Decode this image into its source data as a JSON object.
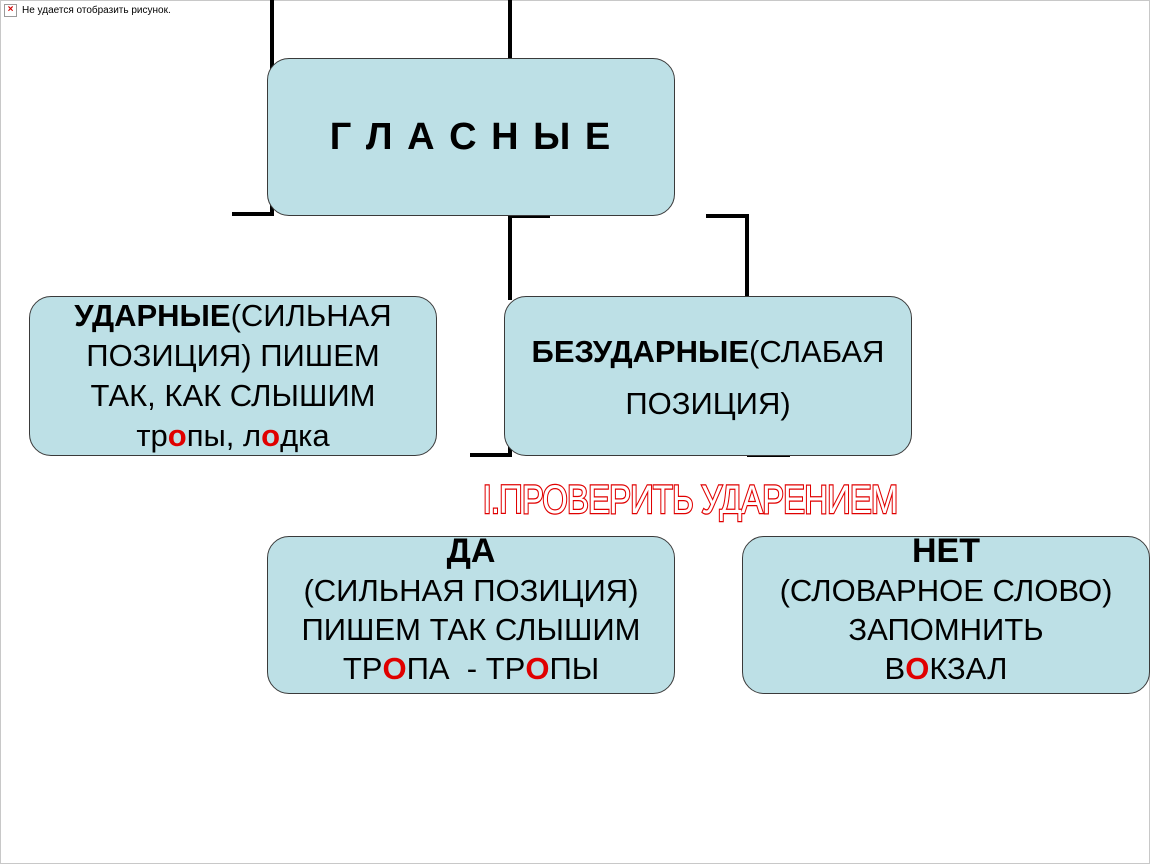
{
  "placeholder": {
    "icon": "broken-image-icon",
    "text": "Не удается отобразить рисунок."
  },
  "root": {
    "title": "Г Л А С Н Ы Е"
  },
  "stressed": {
    "heading": "УДАРНЫЕ",
    "paren": "(СИЛЬНАЯ",
    "line2": "ПОЗИЦИЯ) ПИШЕМ",
    "line3": "ТАК, КАК СЛЫШИМ",
    "ex_a": "тр",
    "ex_vowel1": "о",
    "ex_b": "пы, л",
    "ex_vowel2": "о",
    "ex_c": "дка"
  },
  "unstressed": {
    "heading": "БЕЗУДАРНЫЕ",
    "paren": "(СЛАБАЯ",
    "line2": "ПОЗИЦИЯ)"
  },
  "check": {
    "text": "I.ПРОВЕРИТЬ УДАРЕНИЕМ"
  },
  "yes": {
    "heading": "ДА",
    "line1": "(СИЛЬНАЯ ПОЗИЦИЯ)",
    "line2": "ПИШЕМ ТАК СЛЫШИМ",
    "ex_a": "ТР",
    "ex_vowel1": "О",
    "ex_b": "ПА  - ТР",
    "ex_vowel2": "О",
    "ex_c": "ПЫ"
  },
  "no": {
    "heading": "НЕТ",
    "line1": "(СЛОВАРНОЕ СЛОВО)",
    "line2": "ЗАПОМНИТЬ",
    "ex_a": "В",
    "ex_vowel": "О",
    "ex_b": "КЗАЛ"
  },
  "colors": {
    "box_fill": "#bde0e6",
    "accent_red": "#e00000",
    "line": "#000000"
  }
}
